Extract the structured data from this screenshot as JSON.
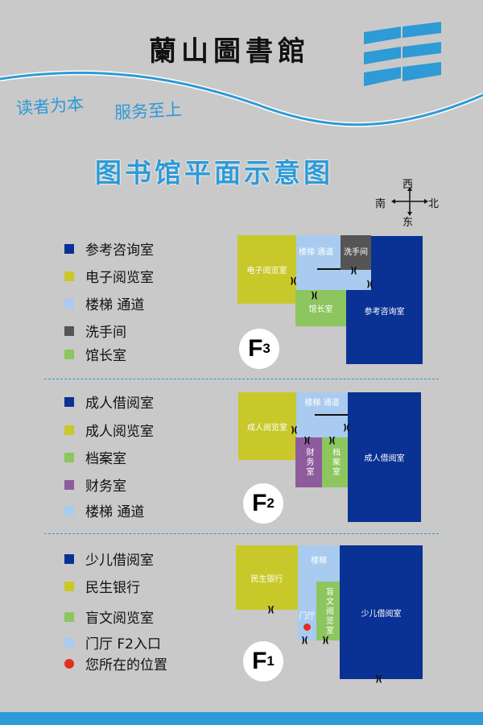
{
  "header": {
    "title": "蘭山圖書館",
    "slogan1": "读者为本",
    "slogan2": "服务至上",
    "main_title": "图书馆平面示意图"
  },
  "compass": {
    "west": "西",
    "south": "南",
    "north": "北",
    "east": "东"
  },
  "colors": {
    "accent": "#2e9ad6",
    "navy": "#0a3194",
    "yellow_green": "#c8c82a",
    "light_blue": "#a9cbef",
    "dark_gray": "#555555",
    "green": "#8dc55e",
    "purple": "#8e5c9c",
    "red": "#e0301e"
  },
  "door_glyph": ")(",
  "floors": {
    "f3": {
      "label": "F",
      "num": "3",
      "legend": [
        "参考咨询室",
        "电子阅览室",
        "楼梯  通道",
        "洗手间",
        "馆长室"
      ],
      "rooms": {
        "electronic": "电子阅览室",
        "stairs": "楼梯 通道",
        "washroom": "洗手间",
        "director": "馆长室",
        "reference": "参考咨询室"
      }
    },
    "f2": {
      "label": "F",
      "num": "2",
      "legend": [
        "成人借阅室",
        "成人阅览室",
        "档案室",
        "财务室",
        "楼梯  通道"
      ],
      "rooms": {
        "reading": "成人阅览室",
        "stairs": "楼梯 通道",
        "finance": "财务室",
        "archive": "档案室",
        "borrowing": "成人借阅室"
      }
    },
    "f1": {
      "label": "F",
      "num": "1",
      "legend": [
        "少儿借阅室",
        "民生银行",
        "盲文阅览室",
        "门厅   F2入口",
        "您所在的位置"
      ],
      "rooms": {
        "bank": "民生银行",
        "stairs": "楼梯",
        "lobby": "门厅",
        "braille": "盲文阅览室",
        "children": "少儿借阅室"
      }
    }
  }
}
